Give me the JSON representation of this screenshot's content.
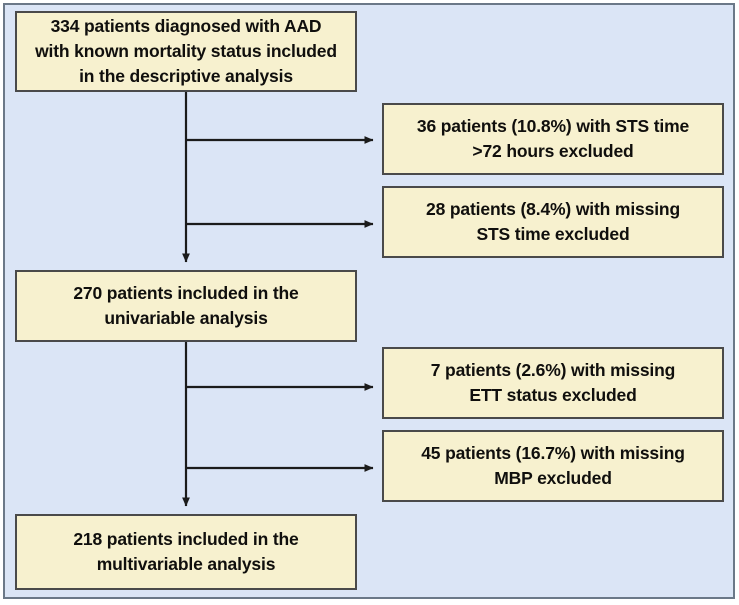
{
  "diagram": {
    "title": "Patient inclusion and exclusion flow diagram",
    "background_color": "#dbe5f6",
    "box_fill_color": "#f7f1cf",
    "box_border_color": "#4a4a4a",
    "frame_border_color": "#6b7888",
    "connector_color": "#1b1b1b"
  },
  "nodes": {
    "descriptive": {
      "text": "334 patients diagnosed with AAD\nwith known mortality status included\nin the descriptive analysis",
      "count": 334,
      "stage": "descriptive analysis"
    },
    "univariable": {
      "text": "270 patients included in the\nunivariable analysis",
      "count": 270,
      "stage": "univariable analysis"
    },
    "multivariable": {
      "text": "218 patients included in the\nmultivariable analysis",
      "count": 218,
      "stage": "multivariable analysis"
    },
    "exclusion_sts_time": {
      "text": "36 patients (10.8%) with STS time\n>72 hours excluded",
      "count": 36,
      "percent": "10.8%",
      "reason": "STS time >72 hours"
    },
    "exclusion_sts_missing": {
      "text": "28 patients (8.4%) with missing\nSTS time excluded",
      "count": 28,
      "percent": "8.4%",
      "reason": "missing STS time"
    },
    "exclusion_ett": {
      "text": "7 patients (2.6%) with missing\nETT status excluded",
      "count": 7,
      "percent": "2.6%",
      "reason": "missing ETT status"
    },
    "exclusion_mbp": {
      "text": "45 patients (16.7%) with missing\nMBP excluded",
      "count": 45,
      "percent": "16.7%",
      "reason": "missing MBP"
    }
  }
}
